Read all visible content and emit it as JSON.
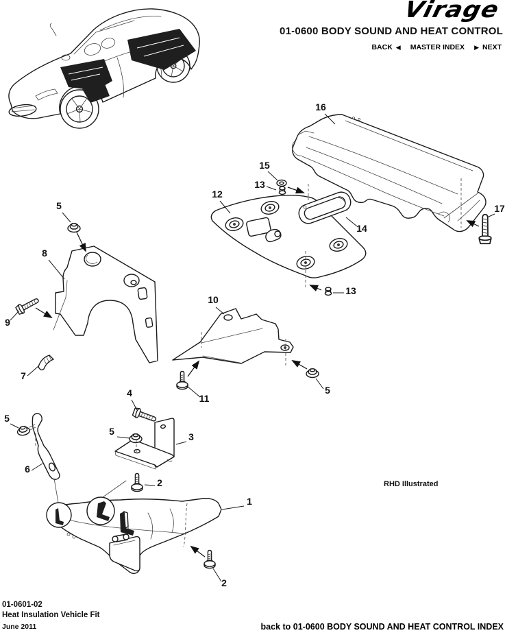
{
  "header": {
    "logo": "Virage",
    "title": "01-0600 BODY SOUND AND HEAT CONTROL",
    "nav": {
      "back": "BACK",
      "back_arrow": "◀",
      "master_index": "MASTER INDEX",
      "next_arrow": "▶",
      "next": "NEXT"
    }
  },
  "diagram": {
    "note": "RHD Illustrated",
    "callouts": {
      "c1": "1",
      "c2a": "2",
      "c2b": "2",
      "c3": "3",
      "c4": "4",
      "c5a": "5",
      "c5b": "5",
      "c5c": "5",
      "c5d": "5",
      "c6": "6",
      "c7": "7",
      "c8": "8",
      "c9": "9",
      "c10": "10",
      "c11": "11",
      "c12": "12",
      "c13a": "13",
      "c13b": "13",
      "c14": "14",
      "c15": "15",
      "c16": "16",
      "c17": "17"
    }
  },
  "footer": {
    "doc_number": "01-0601-02",
    "doc_title": "Heat Insulation Vehicle Fit",
    "date": "June 2011",
    "back_link": "back to 01-0600 BODY SOUND AND HEAT CONTROL INDEX"
  },
  "colors": {
    "ink": "#1a1a1a",
    "paper": "#ffffff"
  }
}
